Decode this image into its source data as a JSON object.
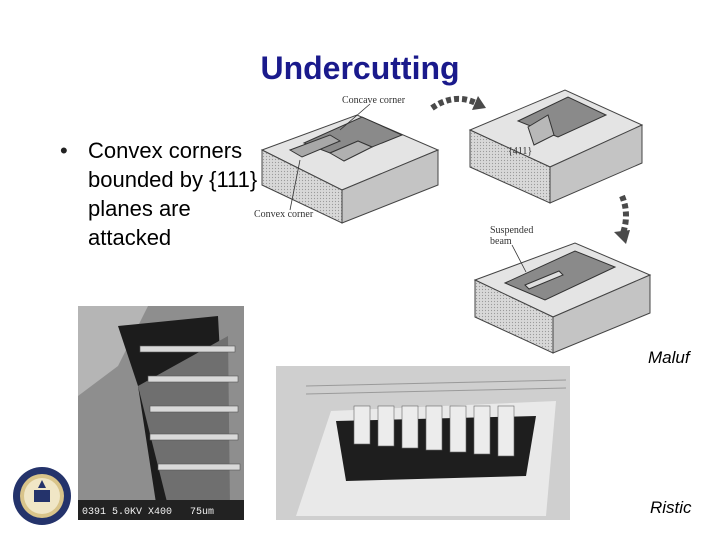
{
  "slide": {
    "title": "Undercutting",
    "bullet": "Convex corners bounded by {111} planes are attacked",
    "credits": {
      "maluf": "Maluf",
      "ristic": "Ristic"
    }
  },
  "diagram": {
    "labels": {
      "concave_corner": "Concave corner",
      "convex_corner": "Convex corner",
      "plane": "{411}",
      "suspended_beam_line1": "Suspended",
      "suspended_beam_line2": "beam"
    }
  },
  "sem_image_1": {
    "caption": "0391 5.0KV X400   75um"
  },
  "colors": {
    "title": "#1a1a8c",
    "arrow": "#4a4a4a"
  }
}
